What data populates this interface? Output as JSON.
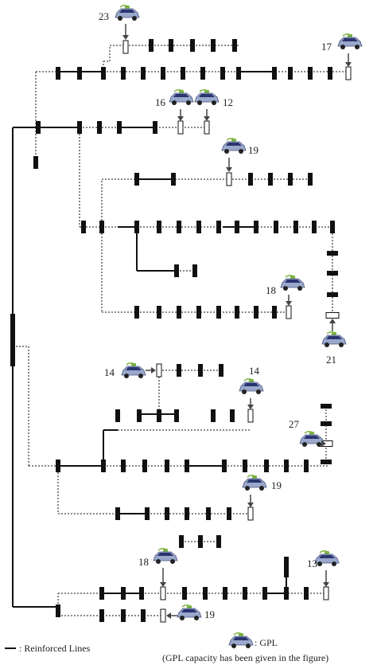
{
  "legend": {
    "reinforced_label": ": Reinforced Lines",
    "gpl_label": ": GPL",
    "gpl_note": "(GPL capacity has been given in the figure)"
  },
  "gpl_capacities": [
    {
      "id": "gpl-23",
      "label": "23"
    },
    {
      "id": "gpl-17",
      "label": "17"
    },
    {
      "id": "gpl-16",
      "label": "16"
    },
    {
      "id": "gpl-12",
      "label": "12"
    },
    {
      "id": "gpl-19a",
      "label": "19"
    },
    {
      "id": "gpl-18a",
      "label": "18"
    },
    {
      "id": "gpl-21",
      "label": "21"
    },
    {
      "id": "gpl-14a",
      "label": "14"
    },
    {
      "id": "gpl-14b",
      "label": "14"
    },
    {
      "id": "gpl-27",
      "label": "27"
    },
    {
      "id": "gpl-19b",
      "label": "19"
    },
    {
      "id": "gpl-18b",
      "label": "18"
    },
    {
      "id": "gpl-13",
      "label": "13"
    },
    {
      "id": "gpl-19c",
      "label": "19"
    }
  ],
  "colors": {
    "line": "#111111",
    "node": "#111111",
    "car_body": "#9aa8cc",
    "car_window": "#2a3570",
    "car_plug": "#7cb342"
  }
}
